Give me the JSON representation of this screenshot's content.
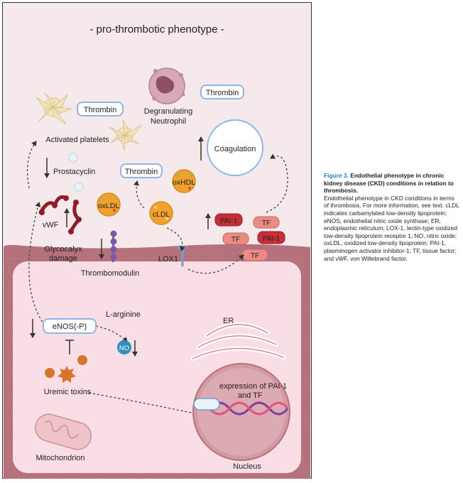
{
  "figure": {
    "title": "- pro-thrombotic phenotype -",
    "labels": {
      "thrombin_1": "Thrombin",
      "thrombin_2": "Thrombin",
      "thrombin_3": "Thrombin",
      "degranulating_neutrophil_1": "Degranulating",
      "degranulating_neutrophil_2": "Neutrophil",
      "activated_platelets": "Activated platelets",
      "prostacyclin": "Prostacyclin",
      "coagulation": "Coagulation",
      "oxhdl": "oxHDL",
      "oxldl": "oxLDL",
      "cldl": "cLDL",
      "vwf": "vWF",
      "glycocalyx_1": "Glycocalyx",
      "glycocalyx_2": "damage",
      "thrombomodulin": "Thrombomodulin",
      "lox1": "LOX1",
      "pai1_a": "PAI-1",
      "pai1_b": "PAI-1",
      "tf_a": "TF",
      "tf_b": "TF",
      "tf_c": "TF",
      "enos": "eNOS(-P)",
      "l_arginine": "L-arginine",
      "no": "NO",
      "uremic_toxins": "Uremic toxins",
      "er": "ER",
      "expression_1": "expression of PAI-1",
      "expression_2": "and TF",
      "mitochondrion": "Mitochondrion",
      "nucleus": "Nucleus"
    },
    "colors": {
      "background": "#f6e9ec",
      "cell": "#f9dfe5",
      "cell_border": "#b5717c",
      "thrombin_border": "#8fb5e0",
      "pai1_fill": "#c62f38",
      "tf_fill": "#ea8b84",
      "lipoprotein": "#f0a12f",
      "no_fill": "#2e8fbf"
    }
  },
  "caption": {
    "figure_number": "Figure 3.",
    "title": "Endothelial phenotype in chronic kidney disease (CKD) conditions in relation to thrombosis.",
    "body": "Endothelial phenotype in CKD conditions in terms of thrombosis. For more information, see text. cLDL indicates carbamylated low-density lipoprotein; eNOS, endothelial nitric oxide synthase; ER, endoplasmic reticulum; LOX-1, lectin-type oxidized low-density lipoprotein receptor 1; NO, nitric oxide; oxLDL, oxidized low-density lipoprotein; PAI-1, plasminogen activator inhibitor-1; TF, tissue factor; and vWF, von Willebrand factor."
  }
}
